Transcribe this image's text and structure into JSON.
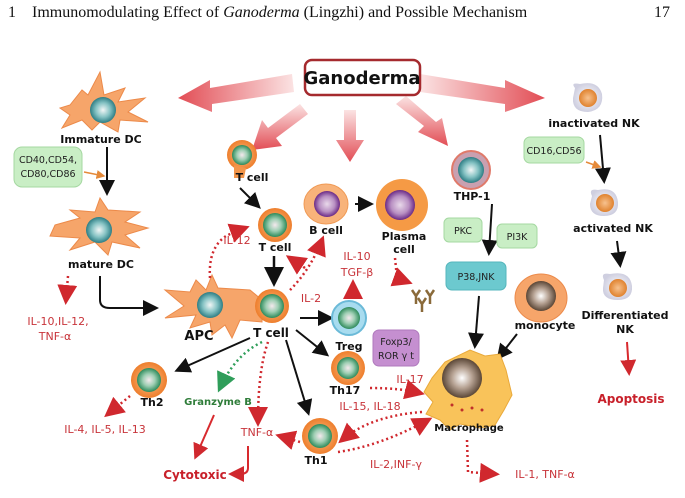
{
  "header": {
    "chapter_number": "1",
    "title_prefix": "Immunomodulating Effect of ",
    "title_italic": "Ganoderma",
    "title_suffix": " (Lingzhi) and Possible Mechanism",
    "page_number": "17"
  },
  "diagram": {
    "source_node": "Ganoderma",
    "cells": {
      "immature_dc": "Immature DC",
      "mature_dc": "mature DC",
      "apc": "APC",
      "t_cell_naive": "T cell",
      "t_cell_activated": "T cell",
      "t_cell_center": "T cell",
      "b_cell": "B cell",
      "plasma_cell_line1": "Plasma",
      "plasma_cell_line2": "cell",
      "treg": "Treg",
      "th17": "Th17",
      "th2": "Th2",
      "th1": "Th1",
      "thp1": "THP-1",
      "monocyte": "monocyte",
      "macrophage": "Macrophage",
      "inactivated_nk": "inactivated NK",
      "activated_nk": "activated NK",
      "differentiated_nk_line1": "Differentiated",
      "differentiated_nk_line2": "NK"
    },
    "marker_boxes": {
      "dc_markers_line1": "CD40,CD54,",
      "dc_markers_line2": "CD80,CD86",
      "nk_markers": "CD16,CD56",
      "pkc": "PKC",
      "pi3k": "PI3K",
      "p38_jnk": "P38,JNK",
      "foxp3_line1": "Foxp3/",
      "foxp3_line2": "ROR γ t"
    },
    "cytokines": {
      "dc_out_line1": "IL-10,IL-12,",
      "dc_out_line2": "TNF-α",
      "il12": "IL-12",
      "il10": "IL-10",
      "tgfb": "TGF-β",
      "il2": "IL-2",
      "il17": "IL-17",
      "il15_il18": "IL-15, IL-18",
      "th2_out": "IL-4, IL-5, IL-13",
      "granzyme": "Granzyme B",
      "tnfa": "TNF-α",
      "il2_infg": "IL-2,INF-γ",
      "macrophage_out": "IL-1, TNF-α"
    },
    "outcomes": {
      "cytotoxic": "Cytotoxic",
      "apoptosis": "Apoptosis"
    }
  },
  "colors": {
    "arrow_red": "#e8545a",
    "dotted_red": "#d0282e",
    "granzyme_green": "#2f9e5a",
    "marker_box_green": "#c9eec5",
    "p38_box_teal": "#6cc9cf",
    "foxp3_box_purple": "#c58fd0",
    "cell_orange": "#f59a45",
    "nucleus_teal": "#3f8f94"
  }
}
